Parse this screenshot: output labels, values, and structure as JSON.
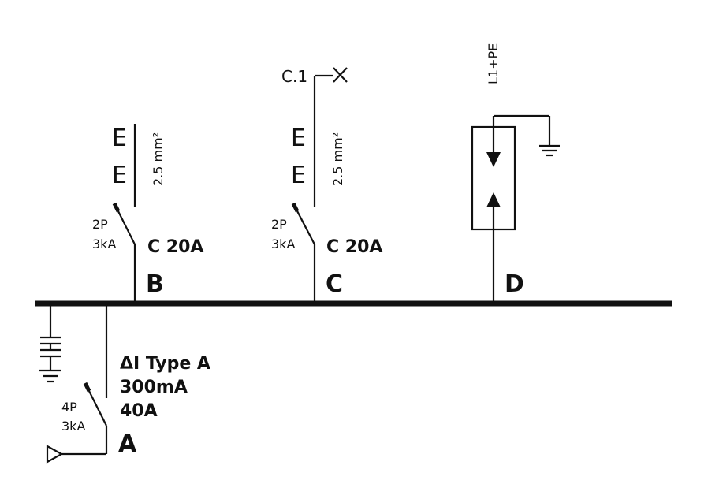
{
  "feeders": {
    "A": {
      "letter": "A",
      "poles": "4P",
      "breaking": "3kA",
      "rcd_line1": "ΔI Type A",
      "rcd_line2": "300mA",
      "rcd_line3": "40A"
    },
    "B": {
      "letter": "B",
      "poles": "2P",
      "breaking": "3kA",
      "rating": "C 20A",
      "cable": "2.5 mm²",
      "symbol": "E"
    },
    "C": {
      "letter": "C",
      "poles": "2P",
      "breaking": "3kA",
      "rating": "C 20A",
      "cable": "2.5 mm²",
      "symbol": "E",
      "sub_label": "C.1"
    },
    "D": {
      "letter": "D",
      "spd_label": "L1+PE"
    }
  }
}
